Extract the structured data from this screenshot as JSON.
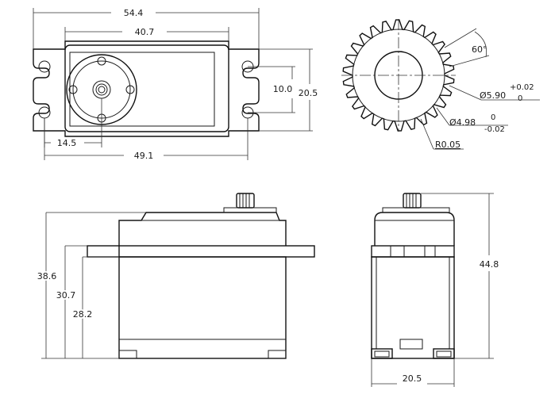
{
  "drawing": {
    "top_view": {
      "overall_width": "54.4",
      "case_width": "40.7",
      "hole_spacing": "10.0",
      "overall_height": "20.5",
      "shaft_offset": "14.5",
      "hole_centers": "49.1"
    },
    "gear_view": {
      "tooth_angle": "60°",
      "outer_diameter": "Ø5.90",
      "outer_tol_upper": "+0.02",
      "outer_tol_lower": "0",
      "root_diameter": "Ø4.98",
      "root_tol_upper": "0",
      "root_tol_lower": "-0.02",
      "root_radius": "R0.05"
    },
    "side_view": {
      "total_height": "38.6",
      "flange_height": "30.7",
      "body_height": "28.2"
    },
    "end_view": {
      "height": "44.8",
      "width": "20.5"
    }
  }
}
